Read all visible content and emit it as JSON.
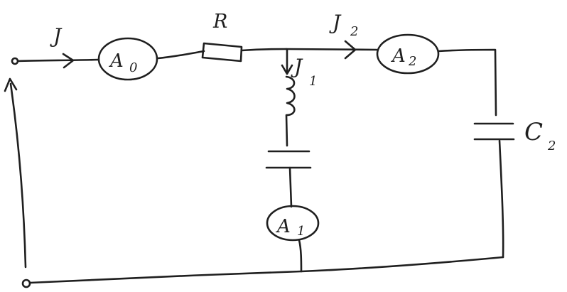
{
  "labels": {
    "input_current": "J",
    "resistor": "R",
    "branch1_current": "J",
    "branch1_current_sub": "1",
    "branch2_current": "J",
    "branch2_current_sub": "2",
    "capacitor2": "C",
    "capacitor2_sub": "2"
  },
  "ammeters": {
    "a0": {
      "letter": "A",
      "sub": "0"
    },
    "a1": {
      "letter": "A",
      "sub": "1"
    },
    "a2": {
      "letter": "A",
      "sub": "2"
    }
  }
}
